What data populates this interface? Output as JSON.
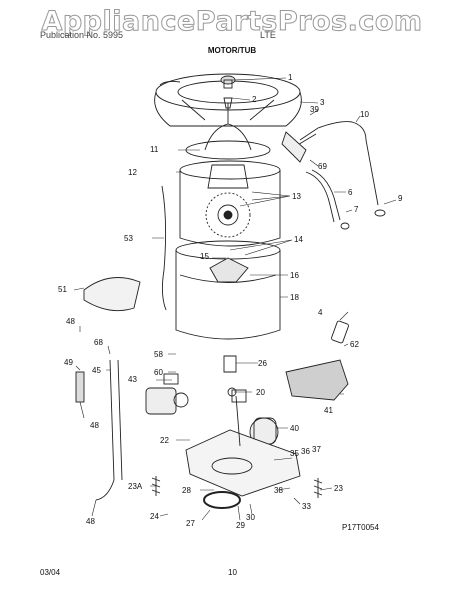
{
  "watermark": "AppliancePartsPros.com",
  "header": {
    "left": "Publication No. 5995",
    "right": "LTE",
    "title": "MOTOR/TUB"
  },
  "parts": [
    {
      "id": "p1",
      "label": "1"
    },
    {
      "id": "p2",
      "label": "2"
    },
    {
      "id": "p3",
      "label": "3"
    },
    {
      "id": "p39",
      "label": "39"
    },
    {
      "id": "p10",
      "label": "10"
    },
    {
      "id": "p11",
      "label": "11"
    },
    {
      "id": "p12",
      "label": "12"
    },
    {
      "id": "p69",
      "label": "69"
    },
    {
      "id": "p13",
      "label": "13"
    },
    {
      "id": "p6",
      "label": "6"
    },
    {
      "id": "p7",
      "label": "7"
    },
    {
      "id": "p9",
      "label": "9"
    },
    {
      "id": "p53",
      "label": "53"
    },
    {
      "id": "p14",
      "label": "14"
    },
    {
      "id": "p15",
      "label": "15"
    },
    {
      "id": "p16",
      "label": "16"
    },
    {
      "id": "p18",
      "label": "18"
    },
    {
      "id": "p51",
      "label": "51"
    },
    {
      "id": "p48a",
      "label": "48"
    },
    {
      "id": "p4",
      "label": "4"
    },
    {
      "id": "p62",
      "label": "62"
    },
    {
      "id": "p68",
      "label": "68"
    },
    {
      "id": "p58",
      "label": "58"
    },
    {
      "id": "p26",
      "label": "26"
    },
    {
      "id": "p49",
      "label": "49"
    },
    {
      "id": "p45",
      "label": "45"
    },
    {
      "id": "p60",
      "label": "60"
    },
    {
      "id": "p43",
      "label": "43"
    },
    {
      "id": "p20",
      "label": "20"
    },
    {
      "id": "p41",
      "label": "41"
    },
    {
      "id": "p48b",
      "label": "48"
    },
    {
      "id": "p40",
      "label": "40"
    },
    {
      "id": "p22",
      "label": "22"
    },
    {
      "id": "p35",
      "label": "35"
    },
    {
      "id": "p36",
      "label": "36"
    },
    {
      "id": "p37",
      "label": "37"
    },
    {
      "id": "p23a",
      "label": "23A"
    },
    {
      "id": "p28",
      "label": "28"
    },
    {
      "id": "p38",
      "label": "38"
    },
    {
      "id": "p23",
      "label": "23"
    },
    {
      "id": "p24",
      "label": "24"
    },
    {
      "id": "p33",
      "label": "33"
    },
    {
      "id": "p27",
      "label": "27"
    },
    {
      "id": "p29",
      "label": "29"
    },
    {
      "id": "p30",
      "label": "30"
    },
    {
      "id": "p48c",
      "label": "48"
    }
  ],
  "diagram_code": "P17T0054",
  "footer": {
    "date": "03/04",
    "page": "10"
  }
}
